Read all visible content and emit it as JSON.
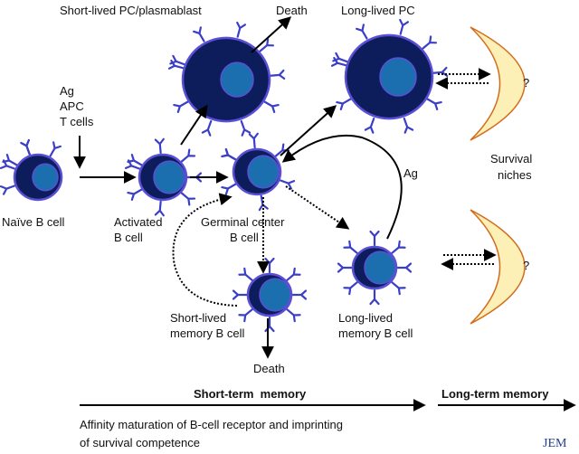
{
  "labels": {
    "short_lived_pc": "Short-lived PC/plasmablast",
    "death_top": "Death",
    "long_lived_pc": "Long-lived PC",
    "ag_line1": "Ag",
    "ag_line2": "APC",
    "ag_line3": "T cells",
    "naive_b": "Naïve B cell",
    "activated_line1": "Activated",
    "activated_line2": "B cell",
    "germinal_line1": "Germinal center",
    "germinal_line2": "B cell",
    "ag_recall": "Ag",
    "survival_line1": "Survival",
    "survival_line2": "niches",
    "niche_q_top": "?",
    "niche_q_bottom": "?",
    "long_mem_line1": "Long-lived",
    "long_mem_line2": "memory B cell",
    "short_mem_line1": "Short-lived",
    "short_mem_line2": "memory B cell",
    "death_bottom": "Death",
    "short_term": "Short-term  memory",
    "long_term": "Long-term memory",
    "affinity_line1": "Affinity maturation of B-cell receptor and imprinting",
    "affinity_line2": "of survival competence",
    "journal_logo": "JEM"
  },
  "colors": {
    "cell_body": "#0d1d5c",
    "cell_border": "#5b4fd6",
    "nucleus": "#1c6fae",
    "receptor": "#3b3fc8",
    "niche_fill": "#fcf0b6",
    "niche_stroke": "#d36b1c",
    "arrow": "#000000"
  }
}
